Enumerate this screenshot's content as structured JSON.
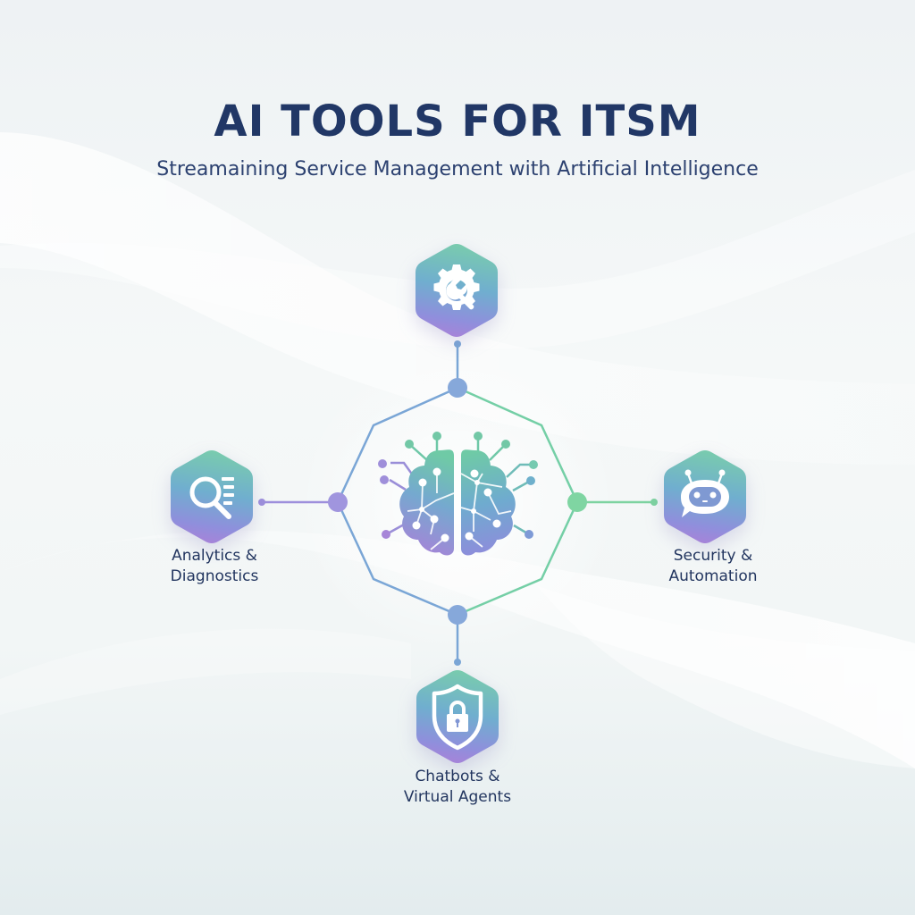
{
  "header": {
    "title": "AI TOOLS FOR ITSM",
    "subtitle": "Streamaining Service Management with Artificial Intelligence"
  },
  "center": {
    "icon": "brain-circuit-icon",
    "shape": "octagon"
  },
  "nodes": [
    {
      "position": "top",
      "icon": "gear-wrench-icon",
      "label_line1": "",
      "label_line2": "",
      "connector_color": "#7aa6d6"
    },
    {
      "position": "left",
      "icon": "magnifier-analytics-icon",
      "label_line1": "Analytics &",
      "label_line2": "Diagnostics",
      "connector_color": "#9d8fdc"
    },
    {
      "position": "right",
      "icon": "chatbot-robot-icon",
      "label_line1": "Security &",
      "label_line2": "Automation",
      "connector_color": "#7dd3a0"
    },
    {
      "position": "bottom",
      "icon": "shield-lock-icon",
      "label_line1": "Chatbots &",
      "label_line2": "Virtual Agents",
      "connector_color": "#7aa6d6"
    }
  ],
  "colors": {
    "title": "#213766",
    "subtitle": "#2c4170",
    "hex_gradient_top": "#79cbae",
    "hex_gradient_mid": "#72aed0",
    "hex_gradient_bottom_left": "#a582d8",
    "hex_gradient_bottom_right": "#7f93dc",
    "octagon_left": "#7aa6d6",
    "octagon_right": "#74cfa6"
  }
}
